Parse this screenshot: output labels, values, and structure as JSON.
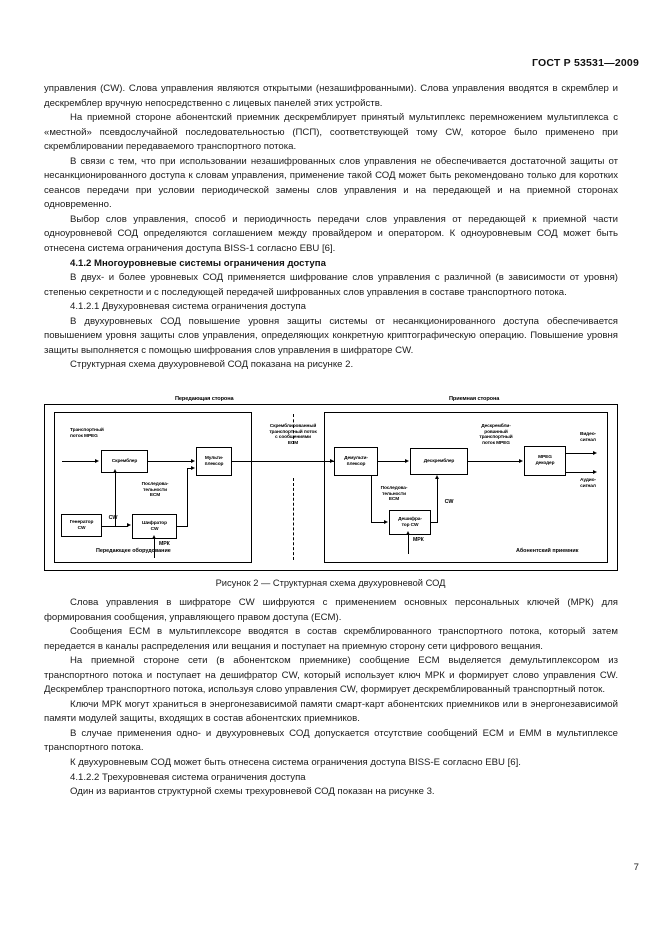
{
  "document": {
    "standard_header": "ГОСТ Р 53531—2009",
    "page_number": "7"
  },
  "body_top": {
    "para1": "управления (CW). Слова управления являются открытыми (незашифрованными). Слова управления вводятся в скремблер и дескремблер вручную непосредственно с лицевых панелей этих устройств.",
    "para2": "На приемной стороне абонентский приемник дескремблирует принятый мультиплекс перемножением мультиплекса с «местной» псевдослучайной последовательностью (ПСП), соответствующей тому CW, которое было применено при скремблировании передаваемого транспортного потока.",
    "para3": "В связи с тем, что при использовании незашифрованных слов управления не обеспечивается достаточной защиты от несанкционированного доступа к словам управления, применение такой СОД может быть рекомендовано только для коротких сеансов передачи при условии периодической замены слов управления и на передающей и на приемной сторонах одновременно.",
    "para4": "Выбор слов управления, способ и периодичность передачи слов управления от передающей к приемной части одноуровневой СОД определяются соглашением между провайдером и оператором. К одноуровневым СОД может быть отнесена система ограничения доступа BISS-1 согласно EBU [6].",
    "heading_412": "4.1.2 Многоуровневые системы ограничения доступа",
    "para5": "В двух- и более уровневых СОД применяется шифрование слов управления с различной (в зависимости от уровня) степенью секретности и с последующей передачей шифрованных слов управления в составе транспортного потока.",
    "heading_4121": "4.1.2.1 Двухуровневая система ограничения доступа",
    "para6": "В двухуровневых СОД повышение уровня защиты системы от несанкционированного доступа обеспечивается повышением уровня защиты слов управления, определяющих конкретную криптографическую операцию. Повышение уровня защиты выполняется с помощью шифрования слов управления в шифраторе CW.",
    "para7": "Структурная схема двухуровневой СОД показана на рисунке 2."
  },
  "figure": {
    "caption": "Рисунок 2 — Структурная схема двухуровневой СОД",
    "transmit_side_title": "Передающая сторона",
    "receive_side_title": "Приемная сторона",
    "transmit_panel_label": "Передающее оборудование",
    "receive_panel_label": "Абонентский приемник",
    "blocks": {
      "scrambler": "Скремблер",
      "multiplexer": "Мульти-\nплексор",
      "cw_generator": "Генератор\nCW",
      "cw_encryptor": "Шифратор\nCW",
      "demultiplexer": "Демульти-\nплексор",
      "descrambler": "Дескремблер",
      "cw_decryptor": "Дешифра-\nтор CW",
      "mpeg_decoder": "MPEG\nдекодер"
    },
    "labels": {
      "mpeg_transport_stream_in": "Транспортный\nпоток MPEG",
      "ecm_sequence_tx": "Последова-\nтельности\nECM",
      "ecm_sequence_rx": "Последова-\nтельности\nECM",
      "cw_tx": "CW",
      "cw_rx": "CW",
      "mpk_tx": "МРК",
      "mpk_rx": "МРК",
      "scrambled_stream": "Скремблированный\nтранспортный поток\nс сообщениями\nECM",
      "descrambled_stream": "Дескрембли-\nрованный\nтранспортный\nпоток MPEG",
      "video_out": "Видео-\nсигнал",
      "audio_out": "Аудио-\nсигнал"
    }
  },
  "body_bottom": {
    "para8": "Слова управления в шифраторе CW шифруются с применением основных персональных ключей (МРК) для формирования сообщения, управляющего правом доступа (ECM).",
    "para9": "Сообщения ECM в мультиплексоре вводятся в состав скремблированного транспортного потока, который затем передается в каналы распределения или вещания и поступает на приемную сторону сети цифрового вещания.",
    "para10": "На приемной стороне сети (в абонентском приемнике) сообщение ECM выделяется демультиплексором из транспортного потока и поступает на дешифратор CW, который использует ключ МРК и формирует слово управления CW. Дескремблер транспортного потока, используя слово управления CW, формирует дескремблированный транспортный поток.",
    "para11": "Ключи МРК могут храниться в энергонезависимой памяти смарт-карт абонентских приемников или в энергонезависимой памяти модулей защиты, входящих в состав абонентских приемников.",
    "para12": "В случае применения одно- и двухуровневых СОД допускается отсутствие сообщений ECM и EMM в мультиплексе транспортного потока.",
    "para13": "К двухуровневым СОД может быть отнесена система ограничения доступа BISS-E согласно EBU [6].",
    "heading_4122": "4.1.2.2 Трехуровневая система ограничения доступа",
    "para14": "Один из вариантов структурной схемы трехуровневой СОД показан на рисунке 3."
  }
}
